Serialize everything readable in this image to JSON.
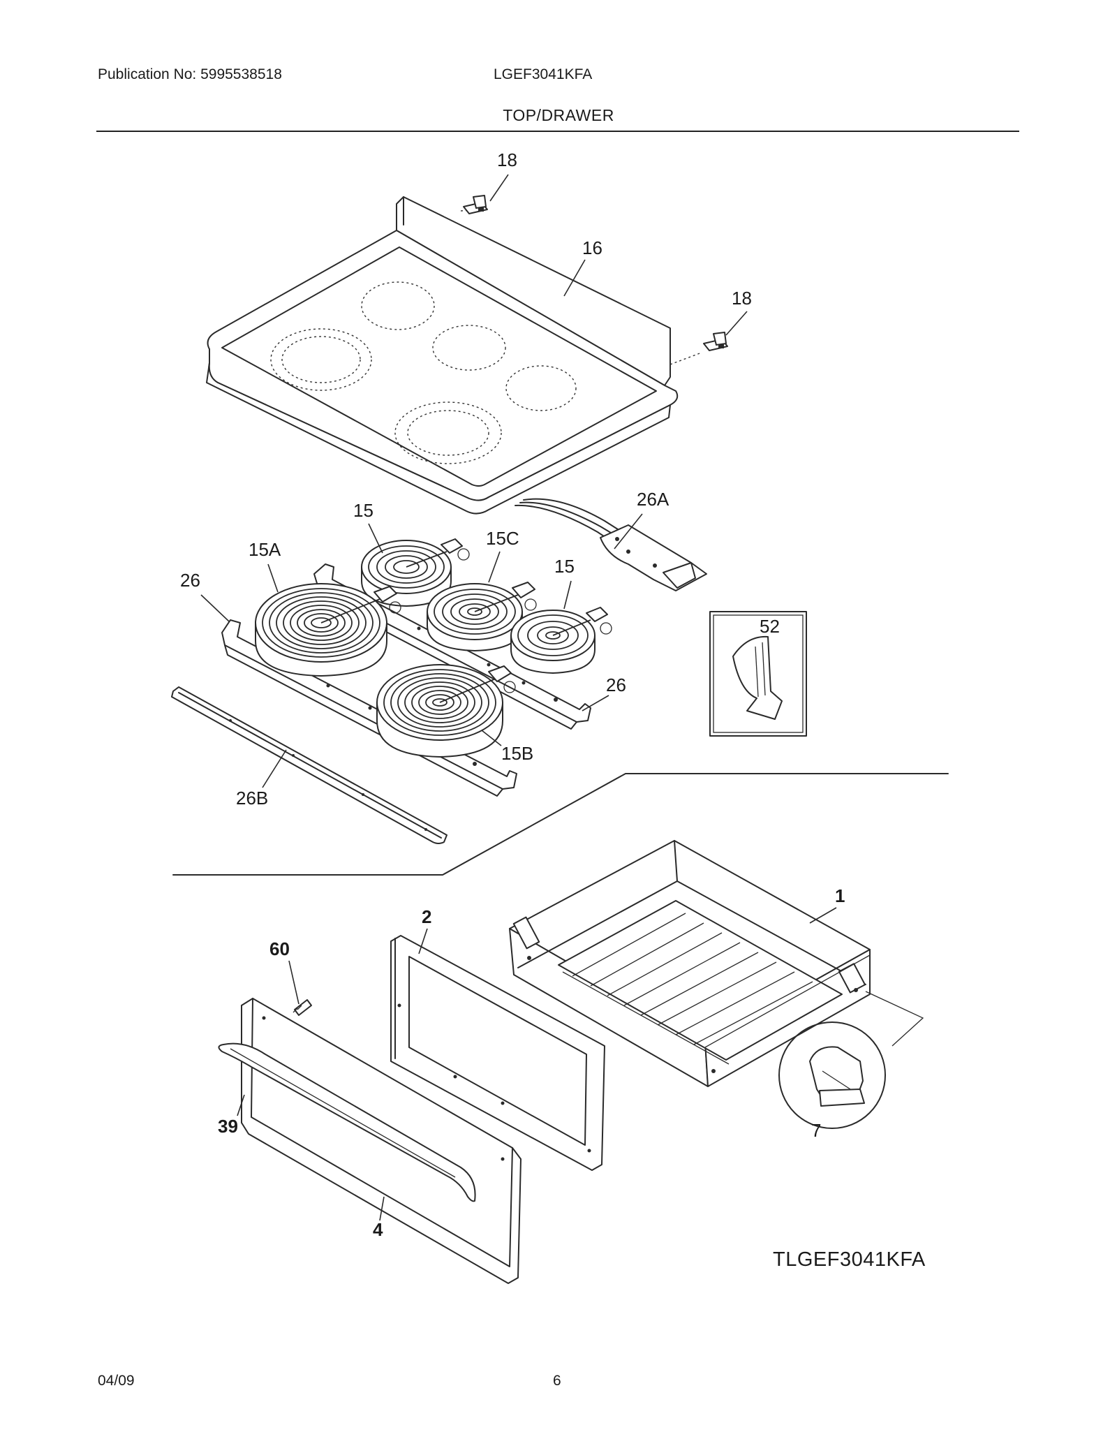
{
  "header": {
    "publication": "Publication No: 5995538518",
    "model": "LGEF3041KFA",
    "section_title": "TOP/DRAWER"
  },
  "diagram": {
    "code": "TLGEF3041KFA",
    "callouts": {
      "c18a": "18",
      "c16": "16",
      "c18b": "18",
      "c26A": "26A",
      "c15a": "15",
      "c15A": "15A",
      "c15C": "15C",
      "c15b": "15",
      "c26a": "26",
      "c52": "52",
      "c26b": "26",
      "c15B": "15B",
      "c26B": "26B",
      "c1": "1",
      "c2": "2",
      "c60": "60",
      "c7": "7",
      "c39": "39",
      "c4": "4"
    }
  },
  "footer": {
    "date": "04/09",
    "page": "6"
  }
}
